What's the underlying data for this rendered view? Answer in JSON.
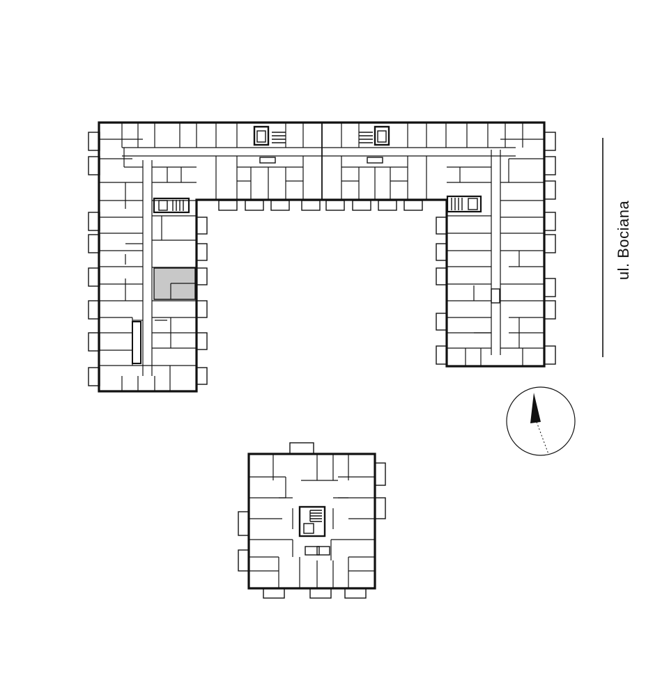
{
  "street": {
    "name": "ul. Bociana"
  },
  "colors": {
    "wall": "#111111",
    "background": "#ffffff",
    "highlight_unit": "#c8c8c8",
    "compass_arrow": "#111111"
  },
  "plan": {
    "buildings": [
      "u-shaped-block",
      "square-tower"
    ],
    "highlighted_unit": "west-wing-apartment",
    "compass": {
      "icon": "north-arrow-icon"
    }
  }
}
